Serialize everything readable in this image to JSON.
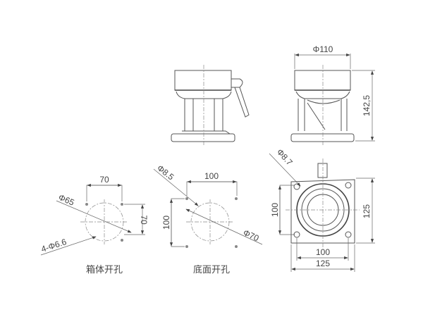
{
  "front_view": {},
  "side_view": {
    "diameter": "Φ110",
    "height": "142,5"
  },
  "box_cutout": {
    "label": "箱体开孔",
    "spacing_h": "70",
    "spacing_v": "70",
    "hole_diameter": "Φ65",
    "bolt_holes": "4-Φ6.6"
  },
  "bottom_cutout": {
    "label": "底面开孔",
    "spacing_h": "100",
    "spacing_v": "100",
    "bolt_hole": "Φ8.5",
    "hole_diameter": "Φ70"
  },
  "bottom_view": {
    "bolt_hole": "Φ8.7",
    "inner_v": "100",
    "outer_v": "125",
    "inner_h": "100",
    "outer_h": "125"
  }
}
